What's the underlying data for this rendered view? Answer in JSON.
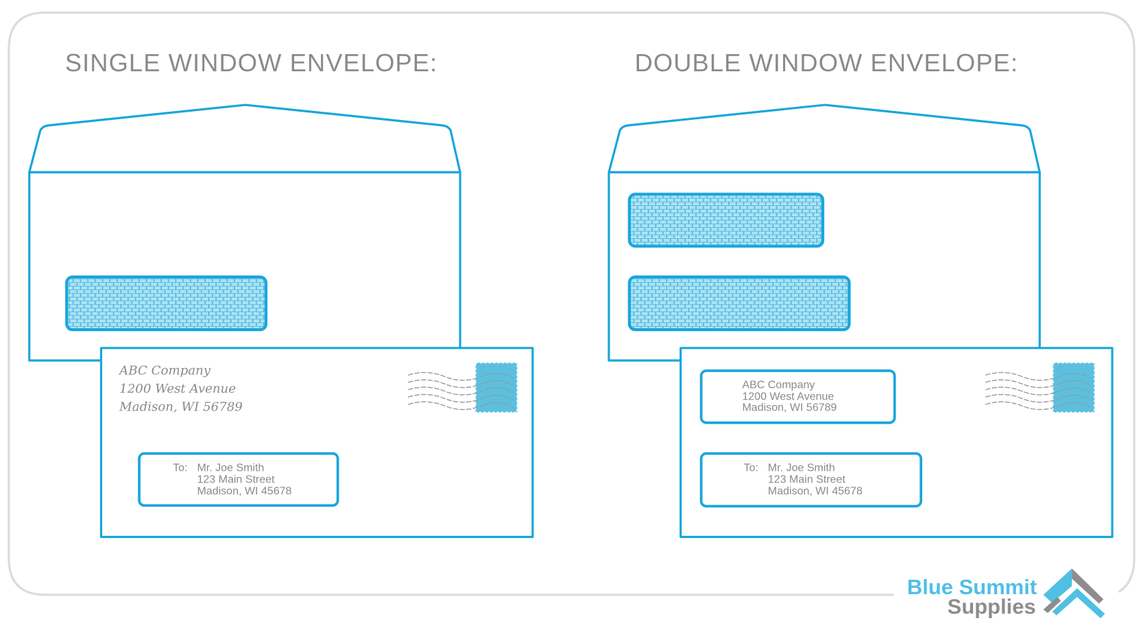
{
  "single": {
    "title": "SINGLE WINDOW ENVELOPE:",
    "return": [
      "ABC Company",
      "1200 West Avenue",
      "Madison, WI 56789"
    ],
    "to_label": "To:",
    "to": [
      "Mr. Joe Smith",
      "123 Main Street",
      "Madison, WI 45678"
    ]
  },
  "double": {
    "title": "DOUBLE WINDOW ENVELOPE:",
    "return": [
      "ABC Company",
      "1200 West Avenue",
      "Madison, WI 56789"
    ],
    "to_label": "To:",
    "to": [
      "Mr. Joe Smith",
      "123 Main Street",
      "Madison, WI 45678"
    ]
  },
  "logo": {
    "line1": "Blue Summit",
    "line2": "Supplies"
  },
  "colors": {
    "accent": "#1aa6dc",
    "stamp": "#5bc0e0",
    "text": "#8a8a8a"
  }
}
